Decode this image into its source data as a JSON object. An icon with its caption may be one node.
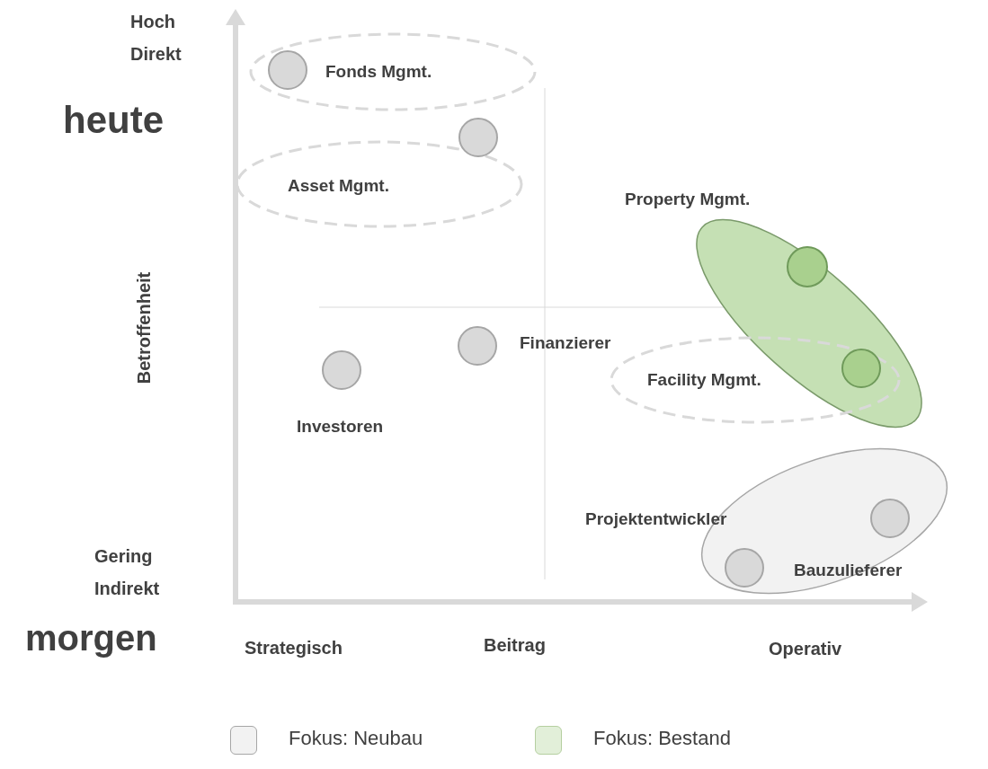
{
  "diagram": {
    "nodes": [
      {
        "text": [
          "Fonds Mgmt."
        ]
      },
      {
        "text": [],
        "shape": "circle",
        "in": 0
      },
      {
        "text": [
          "Asset Mgmt."
        ]
      },
      {
        "text": [],
        "shape": "circle"
      },
      {
        "text": [],
        "shape": "ellipse"
      },
      {
        "text": [],
        "shape": "circle",
        "in": 4
      },
      {
        "text": [],
        "shape": "circle"
      },
      {
        "text": [],
        "shape": "circle",
        "beside": [
          "Investoren"
        ]
      },
      {
        "text": [
          "Facility Mgmt."
        ]
      },
      {
        "text": [],
        "shape": "circle"
      },
      {
        "text": [
          "Projektentwickler",
          "Bauzulieferer"
        ]
      },
      {
        "text": [],
        "shape": "circle",
        "in": 10
      },
      {
        "text": [],
        "shape": "circle",
        "in": 10
      }
    ],
    "labels": [
      "Hoch Direkt",
      "heute",
      "Property Mgmt.",
      "Betroffenheit",
      "Finanzierer",
      "Gering Indirekt",
      "morgen",
      "Strategisch",
      "Beitrag",
      "Operativ"
    ],
    "legend": [
      {
        "text": "Fokus: Neubau",
        "color": "#f2f2f2"
      },
      {
        "text": "Fokus: Bestand",
        "color": "#e2efd9"
      }
    ]
  }
}
